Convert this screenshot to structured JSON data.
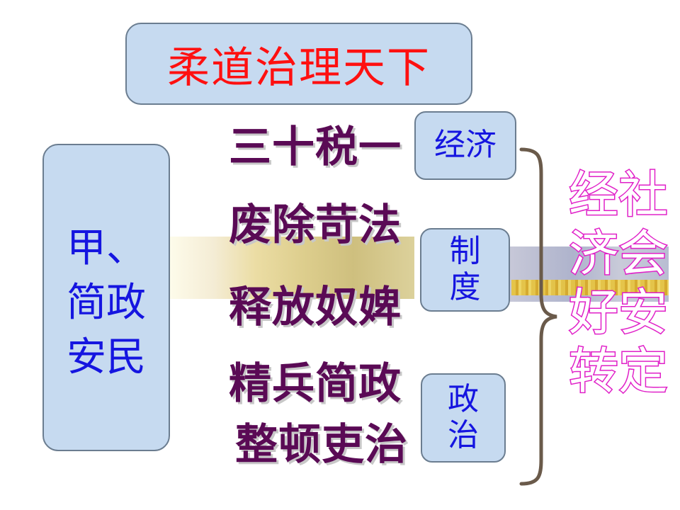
{
  "title": "柔道治理天下",
  "left_box": {
    "line1": "甲、",
    "line2": "简政",
    "line3": "安民"
  },
  "categories": {
    "economy": "经济",
    "institution": {
      "line1": "制",
      "line2": "度"
    },
    "politics": {
      "line1": "政",
      "line2": "治"
    }
  },
  "policies": [
    "三十税一",
    "废除苛法",
    "释放奴婢",
    "精兵简政",
    "整顿吏治"
  ],
  "results": {
    "economy": [
      "经",
      "济",
      "好",
      "转"
    ],
    "society": [
      "社",
      "会",
      "安",
      "定"
    ]
  },
  "colors": {
    "box_fill": "#c6daf0",
    "title_red": "#ff1010",
    "blue_text": "#1515e0",
    "policy_purple": "#5a0a55",
    "result_magenta": "#e020c8",
    "brace_brown": "#6a5a4a"
  }
}
